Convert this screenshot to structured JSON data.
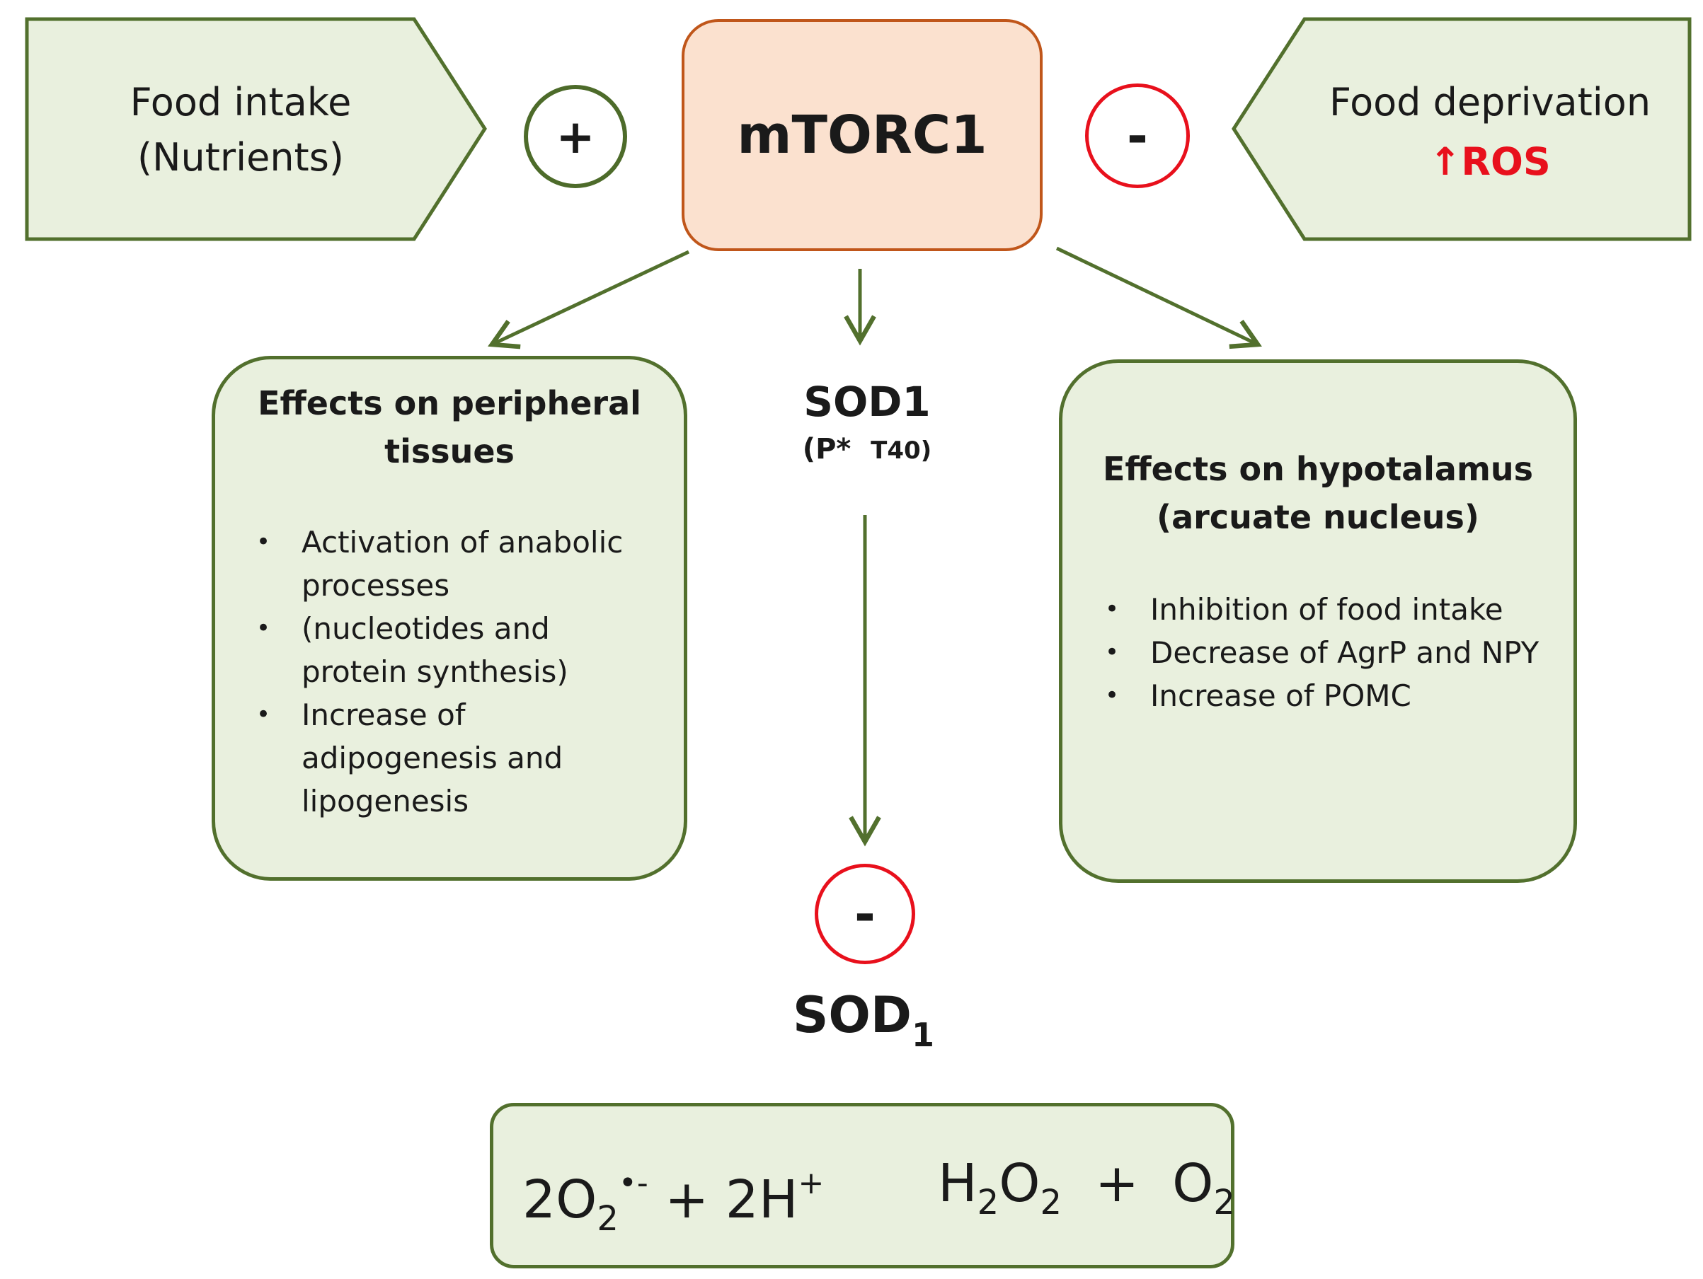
{
  "inputs": {
    "left": {
      "line1": "Food intake",
      "line2": "(Nutrients)"
    },
    "right": {
      "line1": "Food deprivation",
      "ros_arrow": "↑",
      "ros_label": "ROS"
    }
  },
  "center": {
    "label": "mTORC1"
  },
  "signs": {
    "activate": "+",
    "inhibit": "-",
    "sod_inhibit": "-"
  },
  "sod_phospho": {
    "name": "SOD1",
    "modification": "(P*",
    "residue": "T40)"
  },
  "peripheral": {
    "title_line1": "Effects on peripheral",
    "title_line2": "tissues",
    "items": [
      {
        "line1": "Activation of anabolic",
        "line2": "processes"
      },
      {
        "line1": "(nucleotides and",
        "line2": "protein synthesis)"
      },
      {
        "line1": "Increase of",
        "line2": "adipogenesis and",
        "line3": "lipogenesis"
      }
    ]
  },
  "hypothalamus": {
    "title_line1": "Effects on hypotalamus",
    "title_line2": "(arcuate nucleus)",
    "items": [
      "Inhibition of food intake",
      "Decrease of AgrP and NPY",
      "Increase of POMC"
    ]
  },
  "sod_enzyme": {
    "name": "SOD",
    "subscript": "1"
  },
  "reaction": {
    "coef1": "2O",
    "sub1": "2",
    "sup1": "•-",
    "plus1": "+",
    "coef2": "2H",
    "sup2": "+",
    "prod1_a": "H",
    "prod1_sub_a": "2",
    "prod1_b": "O",
    "prod1_sub_b": "2",
    "plus2": "+",
    "prod2": "O",
    "prod2_sub": "2"
  },
  "colors": {
    "arrow_green": "#52702d",
    "box_fill": "#e9f0de",
    "mtorc_fill": "#fbe1cf",
    "mtorc_border": "#c0561a",
    "inhibit_red": "#e8101c"
  }
}
